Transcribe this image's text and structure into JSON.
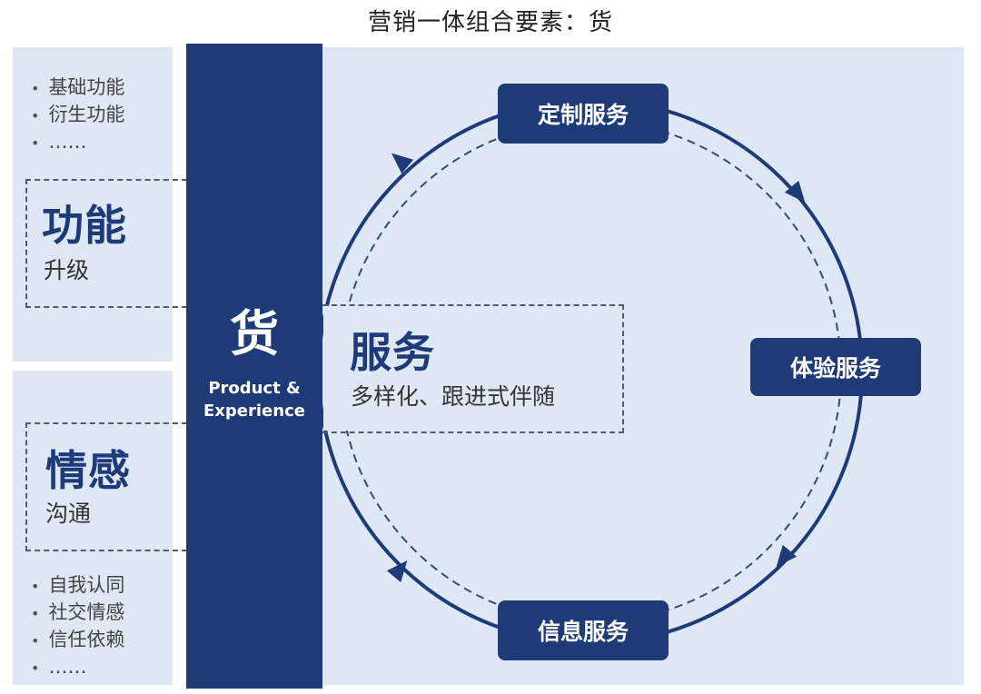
{
  "title": "营销一体组合要素：货",
  "center_bar": {
    "main": "货",
    "line1": "Product &",
    "line2": "Experience"
  },
  "top_left": {
    "bullets": [
      "基础功能",
      "衍生功能",
      "……"
    ]
  },
  "function_box": {
    "title": "功能",
    "subtitle": "升级"
  },
  "emotion_box": {
    "title": "情感",
    "subtitle": "沟通"
  },
  "bottom_left": {
    "bullets": [
      "自我认同",
      "社交情感",
      "信任依赖",
      "……"
    ]
  },
  "service_box": {
    "title": "服务",
    "subtitle": "多样化、跟进式伴随"
  },
  "cycle_nodes": {
    "top": "定制服务",
    "right": "体验服务",
    "bottom": "信息服务"
  },
  "colors": {
    "navy": "#1e3b78",
    "panel": "#dde8f4"
  },
  "icons": [
    "arrow-icon"
  ]
}
